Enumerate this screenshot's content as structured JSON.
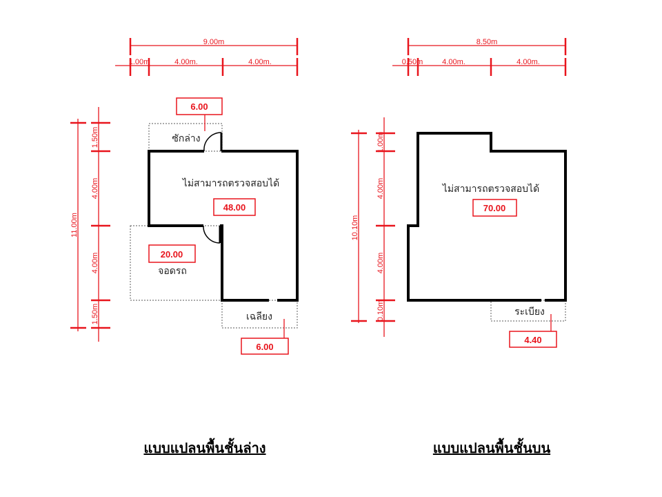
{
  "ground_floor": {
    "title": "แบบแปลนพื้นชั้นล่าง",
    "dims_top": {
      "total": "9.00m",
      "seg1": "1.00m",
      "seg2": "4.00m.",
      "seg3": "4.00m."
    },
    "dims_left": {
      "total": "11.00m",
      "seg1": "1.50m",
      "seg2": "4.00m",
      "seg3": "4.00m",
      "seg4": "1.50m"
    },
    "main_room": {
      "label": "ไม่สามารถตรวจสอบได้",
      "area": "48.00"
    },
    "laundry": {
      "label": "ซักล่าง",
      "area": "6.00"
    },
    "carport": {
      "label": "จอดรถ",
      "area": "20.00"
    },
    "porch": {
      "label": "เฉลียง",
      "area": "6.00"
    }
  },
  "upper_floor": {
    "title": "แบบแปลนพื้นชั้นบน",
    "dims_top": {
      "total": "8.50m",
      "seg1": "0.50m",
      "seg2": "4.00m.",
      "seg3": "4.00m."
    },
    "dims_left": {
      "total": "10.10m",
      "seg1": "1.00m",
      "seg2": "4.00m",
      "seg3": "4.00m",
      "seg4": "0.10m"
    },
    "main_room": {
      "label": "ไม่สามารถตรวจสอบได้",
      "area": "70.00"
    },
    "balcony": {
      "label": "ระเบียง",
      "area": "4.40"
    }
  },
  "colors": {
    "dimension": "#e8141c",
    "wall": "#000000",
    "outline": "#777777"
  }
}
